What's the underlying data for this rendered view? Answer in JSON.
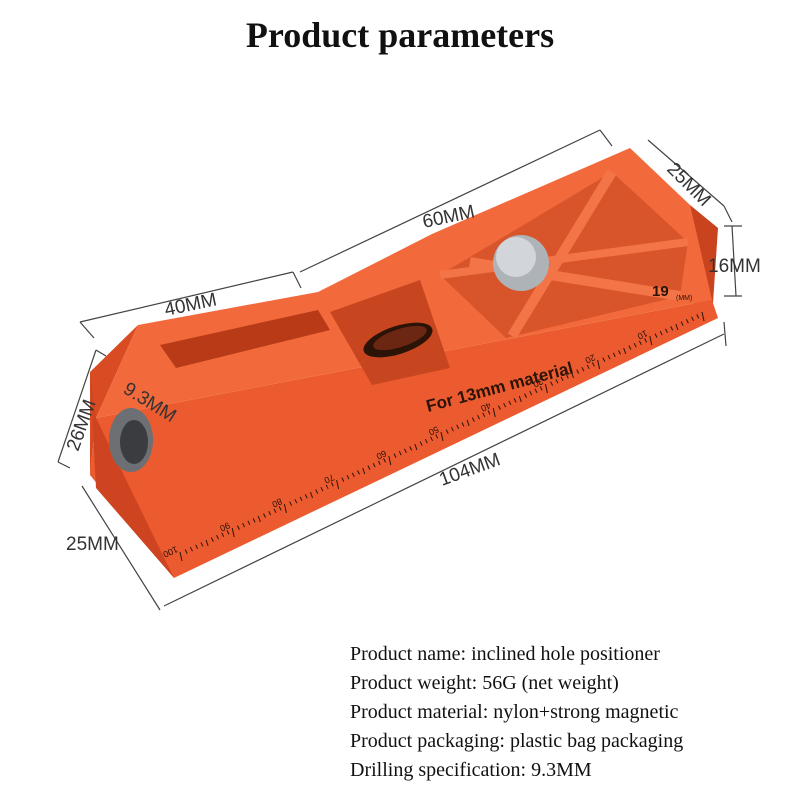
{
  "title": "Product parameters",
  "product": {
    "body_color": "#ec5b2f",
    "dark_color": "#c9431e",
    "etched_label": "For 13mm material",
    "stop_number": "19",
    "stop_unit": "(MM)"
  },
  "dimensions": {
    "length_total": "104MM",
    "length_top": "60MM",
    "length_front": "40MM",
    "width_top": "25MM",
    "height_back": "16MM",
    "height_front": "26MM",
    "width_front": "25MM",
    "hole": "9.3MM"
  },
  "ruler": {
    "ticks": [
      "100",
      "90",
      "80",
      "70",
      "60",
      "50",
      "40",
      "30",
      "20",
      "10"
    ]
  },
  "specs": [
    "Product name: inclined hole positioner",
    "Product weight: 56G (net weight)",
    "Product material: nylon+strong magnetic",
    "Product packaging: plastic bag packaging",
    "Drilling specification: 9.3MM"
  ]
}
